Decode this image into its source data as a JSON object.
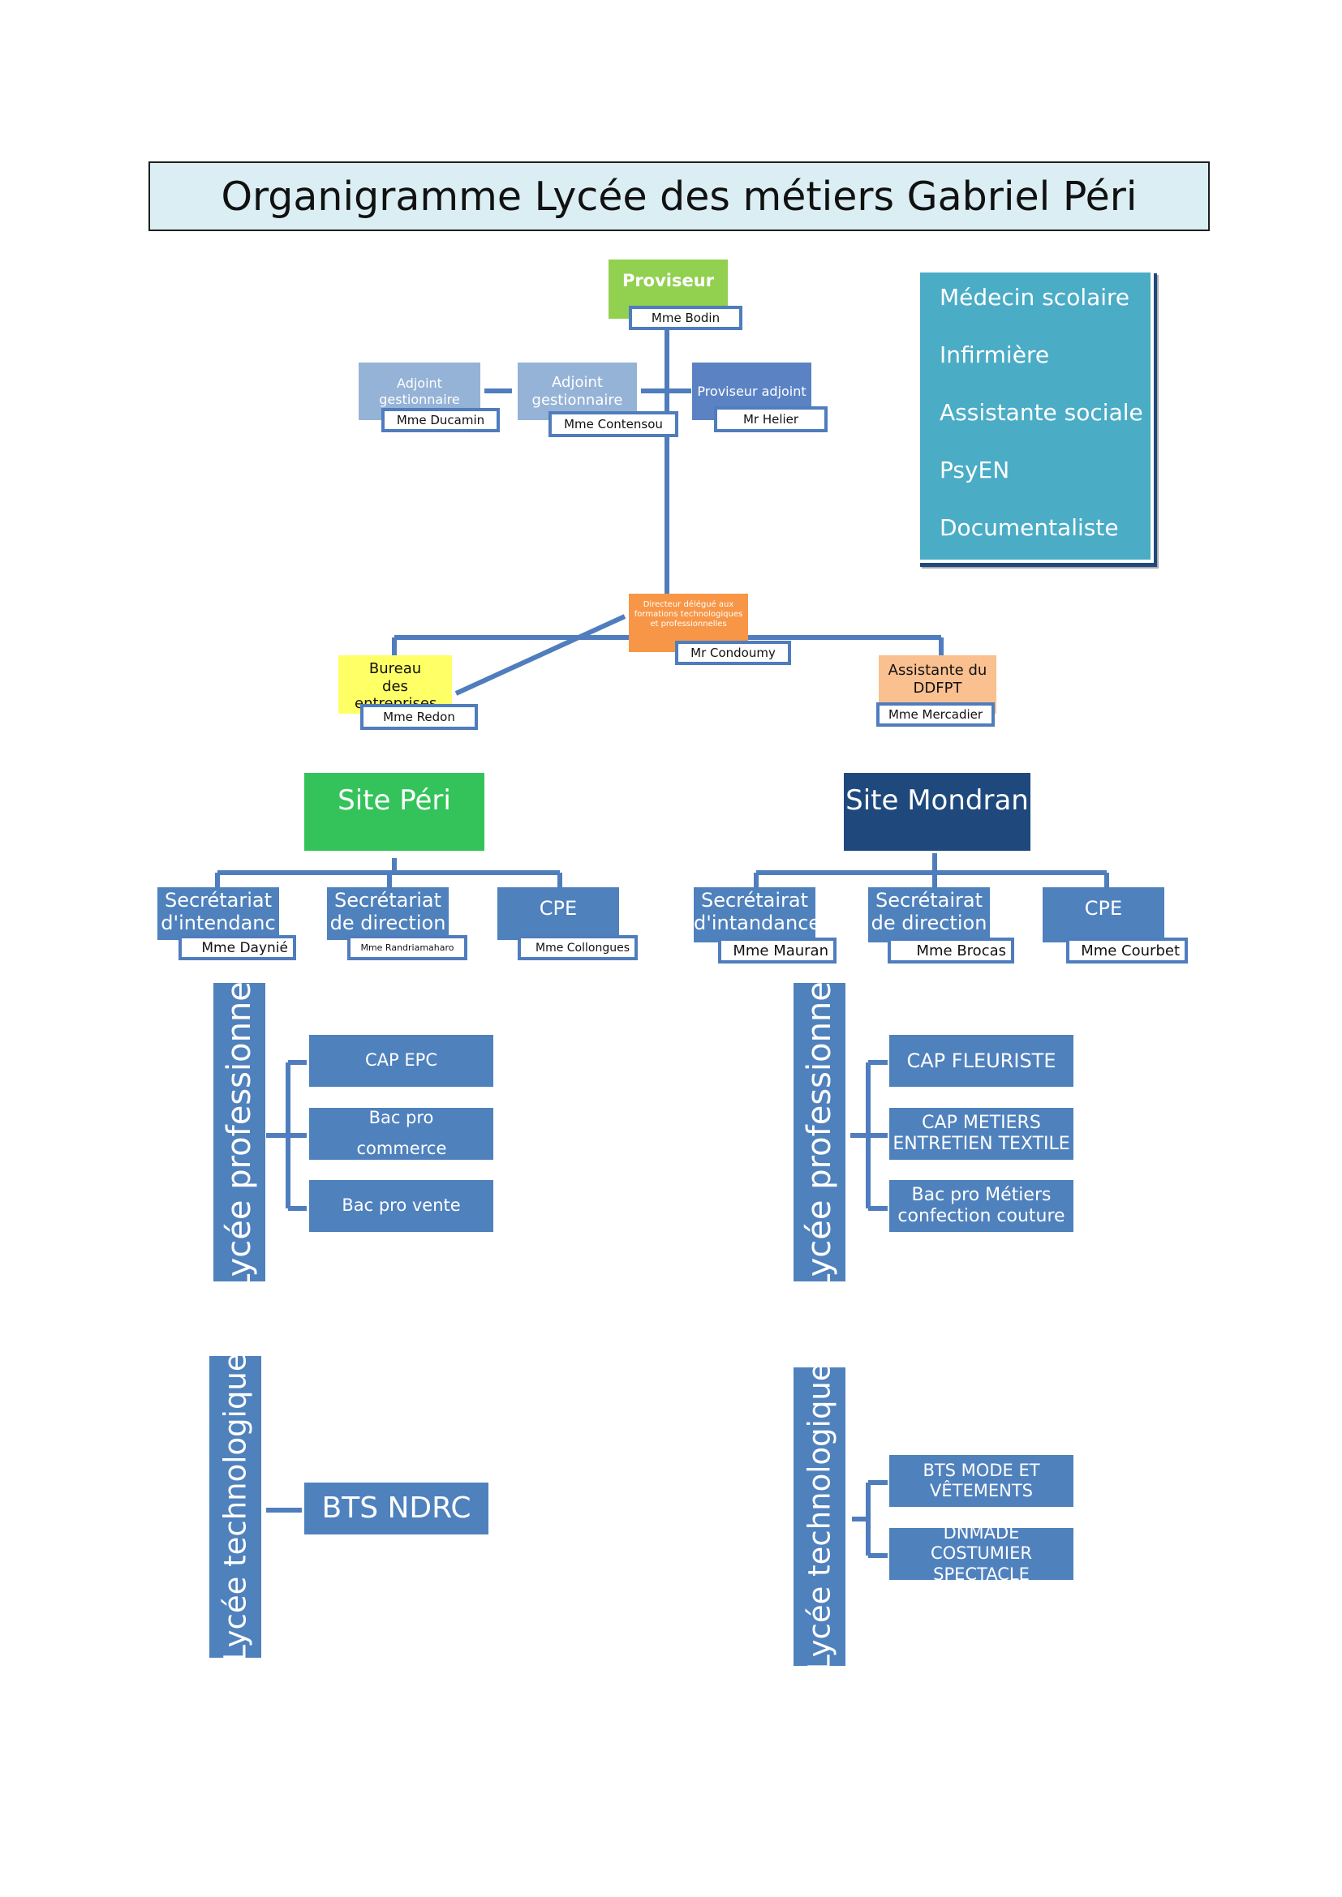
{
  "title": "Organigramme Lycée des métiers Gabriel Péri",
  "top": {
    "proviseur": {
      "title": "Proviseur",
      "name": "Mme Bodin"
    },
    "adjoint_gestionnaire_1": {
      "title": "Adjoint gestionnaire",
      "name": "Mme Ducamin"
    },
    "adjoint_gestionnaire_2": {
      "title": "Adjoint gestionnaire",
      "name": "Mme Contensou"
    },
    "proviseur_adjoint": {
      "title": "Proviseur adjoint",
      "name": "Mr Helier"
    },
    "directeur_delegue": {
      "title": "Directeur délégué aux formations technologiques et professionnelles",
      "name": "Mr Condoumy"
    },
    "bureau_entreprises": {
      "title": "Bureau des entreprises",
      "name": "Mme Redon"
    },
    "assistante_ddfpt": {
      "title": "Assistante du DDFPT",
      "name": "Mme Mercadier"
    }
  },
  "side_services": [
    "Médecin scolaire",
    "Infirmière",
    "Assistante sociale",
    "PsyEN",
    "Documentaliste"
  ],
  "site_peri": {
    "name": "Site Péri",
    "staff": [
      {
        "title": "Secrétariat d'intendanc",
        "name": "Mme Daynié"
      },
      {
        "title": "Secrétariat de direction",
        "name": "Mme Randriamaharo"
      },
      {
        "title": "CPE",
        "name": "Mme Collongues"
      }
    ],
    "lycee_pro": {
      "label": "Lycée professionnel",
      "programs": [
        "CAP EPC",
        "Bac pro commerce",
        "Bac pro vente"
      ]
    },
    "lycee_techno": {
      "label": "Lycée technologique",
      "programs": [
        "BTS NDRC"
      ]
    }
  },
  "site_mondran": {
    "name": "Site Mondran",
    "staff": [
      {
        "title": "Secrétairat d'intandance",
        "name": "Mme Mauran"
      },
      {
        "title": "Secrétairat de direction",
        "name": "Mme Brocas"
      },
      {
        "title": "CPE",
        "name": "Mme Courbet"
      }
    ],
    "lycee_pro": {
      "label": "Lycée professionnel",
      "programs": [
        "CAP FLEURISTE",
        "CAP METIERS ENTRETIEN TEXTILE",
        "Bac pro Métiers confection couture"
      ]
    },
    "lycee_techno": {
      "label": "Lycée technologique",
      "programs": [
        "BTS MODE ET VÊTEMENTS",
        "DNMADE COSTUMIER SPECTACLE"
      ]
    }
  },
  "colors": {
    "line": "#4f7dbd",
    "green": "#92d050",
    "orange": "#f79646",
    "teal": "#4bacc6",
    "navy": "#1f497d",
    "site_green": "#33c35a"
  }
}
